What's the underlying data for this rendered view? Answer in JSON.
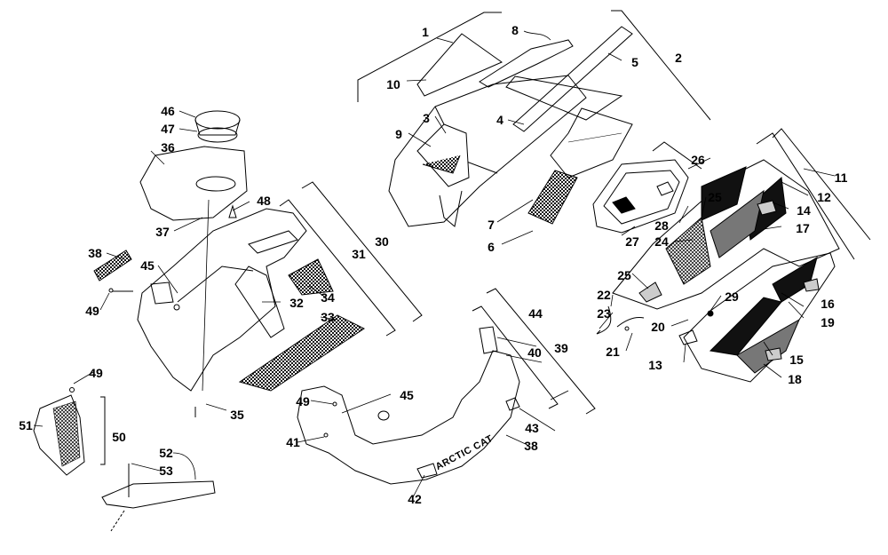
{
  "diagram": {
    "callouts": [
      "1",
      "2",
      "3",
      "4",
      "5",
      "6",
      "7",
      "8",
      "9",
      "10",
      "11",
      "12",
      "13",
      "14",
      "15",
      "16",
      "17",
      "18",
      "19",
      "20",
      "21",
      "22",
      "23",
      "24",
      "25",
      "25",
      "26",
      "27",
      "28",
      "29",
      "30",
      "31",
      "32",
      "33",
      "34",
      "35",
      "36",
      "37",
      "38",
      "38",
      "39",
      "40",
      "41",
      "42",
      "43",
      "44",
      "45",
      "45",
      "46",
      "47",
      "48",
      "49",
      "49",
      "49",
      "50",
      "51",
      "52",
      "53"
    ],
    "brand_mark": "ARCTIC CAT",
    "colors": {
      "line": "#000000",
      "background": "#ffffff",
      "fill_dark": "#111111",
      "fill_mid": "#777777"
    }
  }
}
